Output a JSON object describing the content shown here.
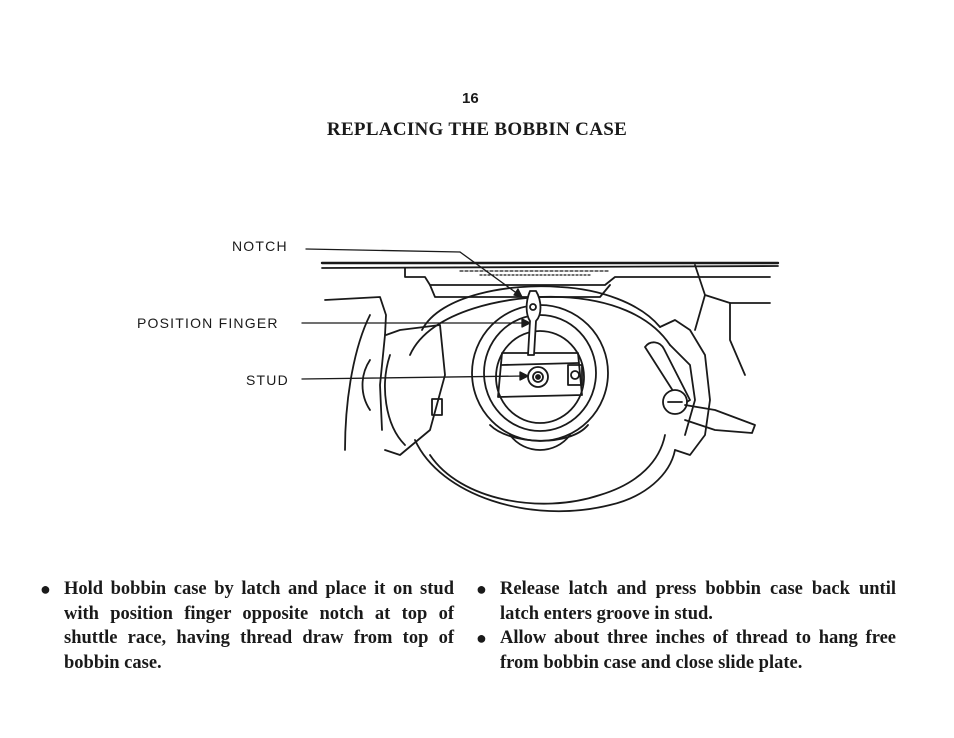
{
  "page": {
    "number": "16",
    "title": "REPLACING THE BOBBIN CASE"
  },
  "figure": {
    "callouts": {
      "notch": "NOTCH",
      "position_finger": "POSITION FINGER",
      "stud": "STUD"
    }
  },
  "instructions": {
    "left": [
      {
        "bullet": "●",
        "text": "Hold bobbin case by latch and place it on stud with position finger opposite notch at top of shuttle race, having thread draw from top of bobbin case."
      }
    ],
    "right": [
      {
        "bullet": "●",
        "text": "Release latch and press bobbin case back until latch enters groove in stud."
      },
      {
        "bullet": "●",
        "text": "Allow about three inches of thread to hang free from bobbin case and close slide plate."
      }
    ]
  }
}
